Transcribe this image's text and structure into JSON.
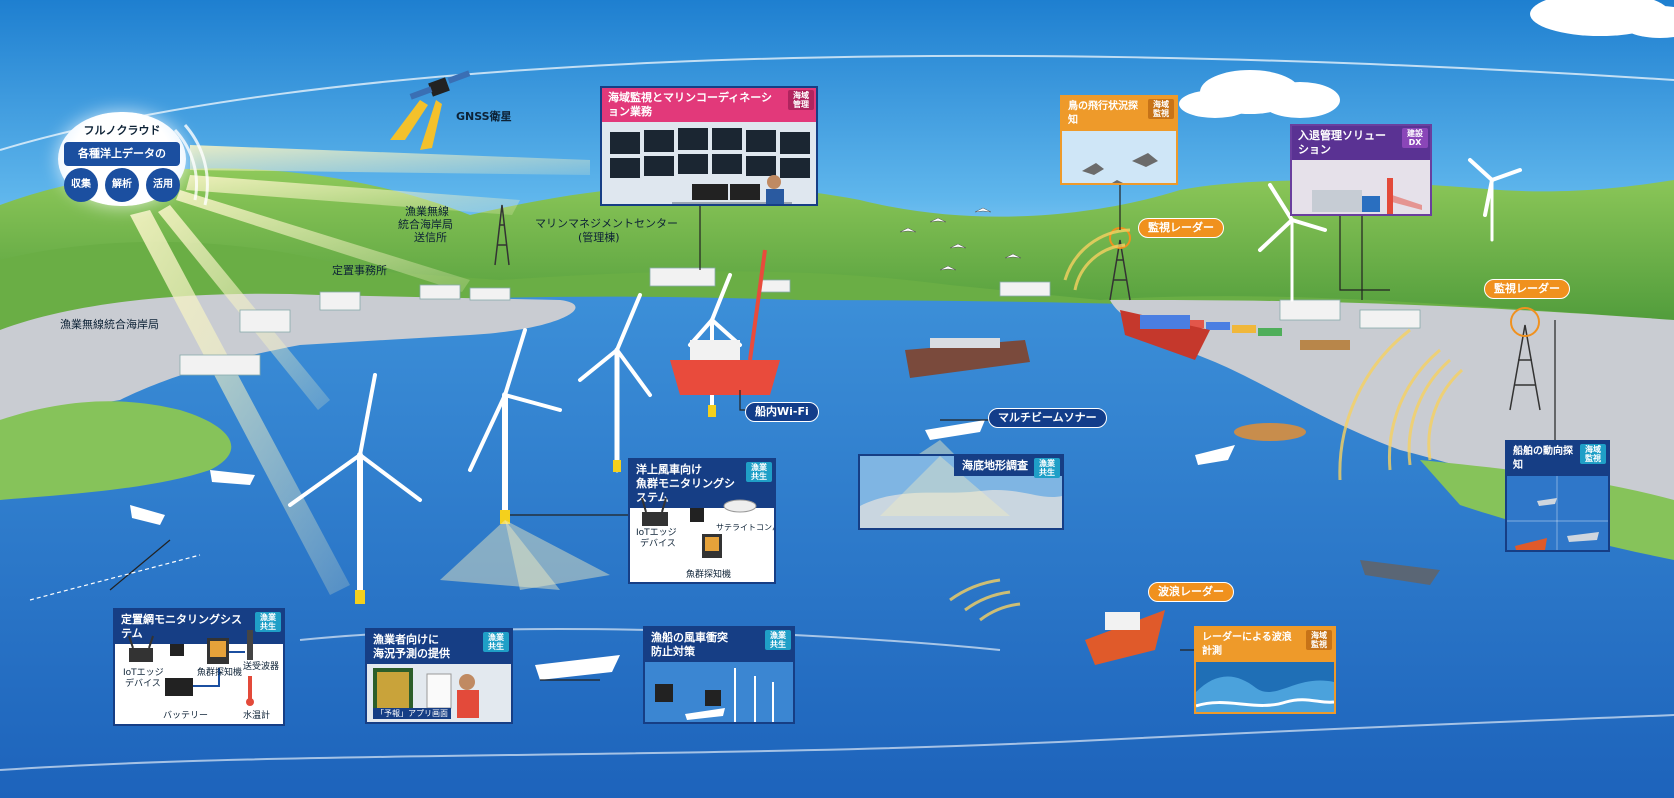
{
  "cloud": {
    "title": "フルノクラウド",
    "subtitle": "各種洋上データの",
    "actions": [
      "収集",
      "解析",
      "活用"
    ]
  },
  "labels": {
    "gnss": "GNSS衛星",
    "radio_station_1": "漁業無線",
    "radio_station_2": "統合海岸局",
    "radio_station_3": "送信所",
    "marine_center_1": "マリンマネジメントセンター",
    "marine_center_2": "(管理棟)",
    "fixed_office": "定置事務所",
    "coastal_station": "漁業無線統合海岸局"
  },
  "tags": {
    "surveillance_radar_1": "監視レーダー",
    "surveillance_radar_2": "監視レーダー",
    "wifi": "船内Wi-Fi",
    "multibeam": "マルチビームソナー",
    "wave_radar": "波浪レーダー"
  },
  "panels": {
    "marine_coordination": {
      "title": "海域監視とマリンコーディネーション業務",
      "badge": [
        "海域",
        "管理"
      ]
    },
    "bird_tracking": {
      "title": "鳥の飛行状況探知",
      "badge": [
        "海域",
        "監視"
      ]
    },
    "access_control": {
      "title": "入退管理ソリューション",
      "badge": [
        "建設",
        "DX"
      ]
    },
    "offshore_fish": {
      "title_1": "洋上風車向け",
      "title_2": "魚群モニタリングシステム",
      "badge": [
        "漁業",
        "共生"
      ],
      "iot_1": "IoTエッジ",
      "iot_2": "デバイス",
      "compass": "サテライトコンパス",
      "sounder": "魚群探知機"
    },
    "seabed": {
      "title": "海底地形調査",
      "badge": [
        "漁業",
        "共生"
      ]
    },
    "vessel_detection": {
      "title": "船舶の動向探知",
      "badge": [
        "海域",
        "監視"
      ]
    },
    "fixed_net": {
      "title": "定置網モニタリングシステム",
      "badge": [
        "漁業",
        "共生"
      ],
      "iot_1": "IoTエッジ",
      "iot_2": "デバイス",
      "sounder": "魚群探知機",
      "transducer": "送受波器",
      "battery": "バッテリー",
      "thermometer": "水温計"
    },
    "sea_forecast": {
      "title_1": "漁業者向けに",
      "title_2": "海況予測の提供",
      "badge": [
        "漁業",
        "共生"
      ],
      "caption": "「予報」アプリ画面"
    },
    "collision": {
      "title_1": "漁船の風車衝突",
      "title_2": "防止対策",
      "badge": [
        "漁業",
        "共生"
      ]
    },
    "wave_measure": {
      "title": "レーダーによる波浪計測",
      "badge": [
        "海域",
        "監視"
      ]
    }
  }
}
